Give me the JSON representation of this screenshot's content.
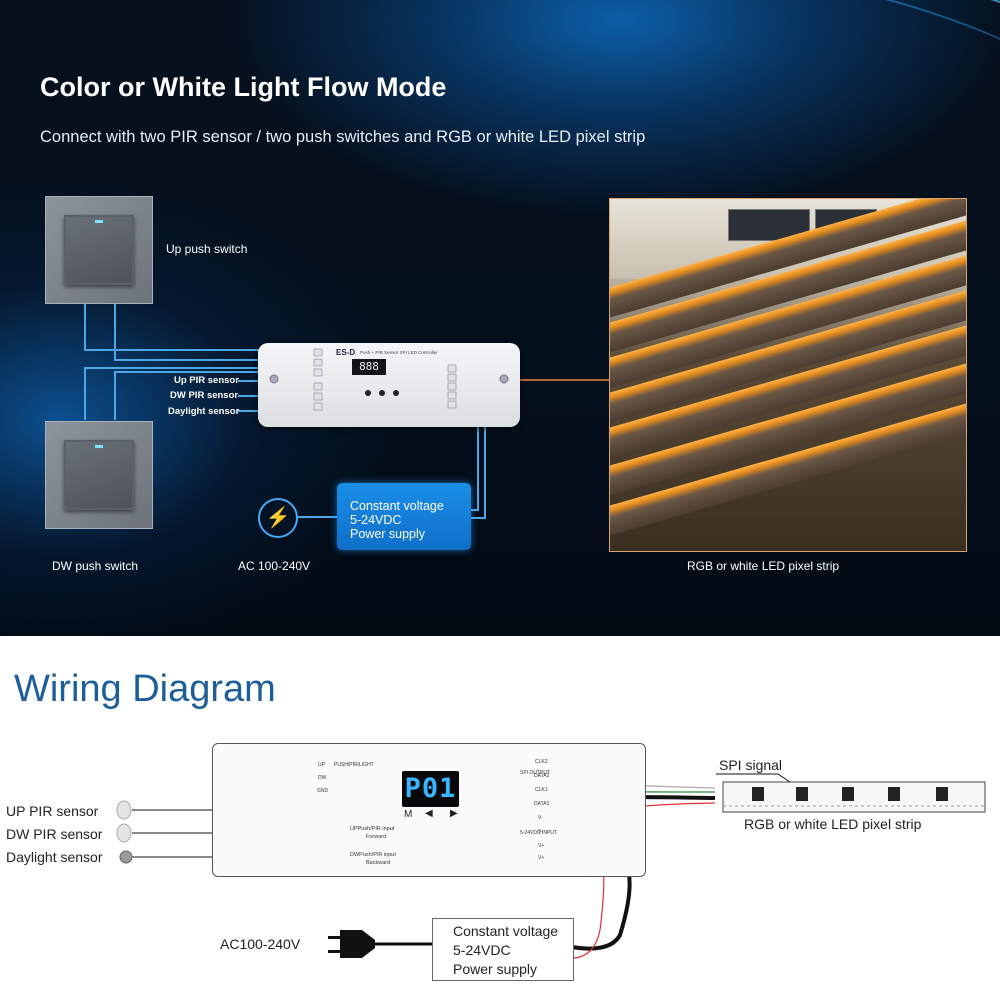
{
  "banner": {
    "title": "Color or White Light Flow Mode",
    "subtitle": "Connect with two PIR sensor / two push switches and RGB or white LED pixel strip",
    "up_switch_label": "Up push switch",
    "dw_switch_label": "DW push switch",
    "up_pir_label": "Up PIR sensor",
    "dw_pir_label": "DW PIR sensor",
    "daylight_label": "Daylight sensor",
    "controller_name": "ES-D",
    "controller_desc": "Push + PIR Sensor SPI LED Controller",
    "controller_display": "888",
    "psu_line1": "Constant voltage",
    "psu_line2": "5-24VDC",
    "psu_line3": "Power supply",
    "ac_label": "AC 100-240V",
    "strip_label": "RGB or white LED pixel strip"
  },
  "wiring": {
    "title": "Wiring Diagram",
    "up_pir": "UP PIR sensor",
    "dw_pir": "DW PIR sensor",
    "daylight": "Daylight sensor",
    "display": "P01",
    "btn_m": "M",
    "btn_left": "◀",
    "btn_right": "▶",
    "terminals_left": [
      "UP",
      "DW",
      "GND"
    ],
    "terminals_right": [
      "CLK2",
      "DATA2",
      "CLK1",
      "DATA1",
      "V-",
      "V-",
      "V+",
      "V+"
    ],
    "side_push_pir": "PUSH/PIR/LIGHT",
    "spi_output": "SPI OUTPUT",
    "dc_input": "5-24VDC INPUT",
    "up_push_pir_input": "UPPush/PIR input",
    "forward": "Forward",
    "dw_push_pir_input": "DWPush/PIR input",
    "backward": "Backward",
    "spi_signal": "SPI signal",
    "strip_label": "RGB or white LED pixel strip",
    "psu_line1": "Constant voltage",
    "psu_line2": "5-24VDC",
    "psu_line3": "Power supply",
    "ac_label": "AC100-240V"
  }
}
